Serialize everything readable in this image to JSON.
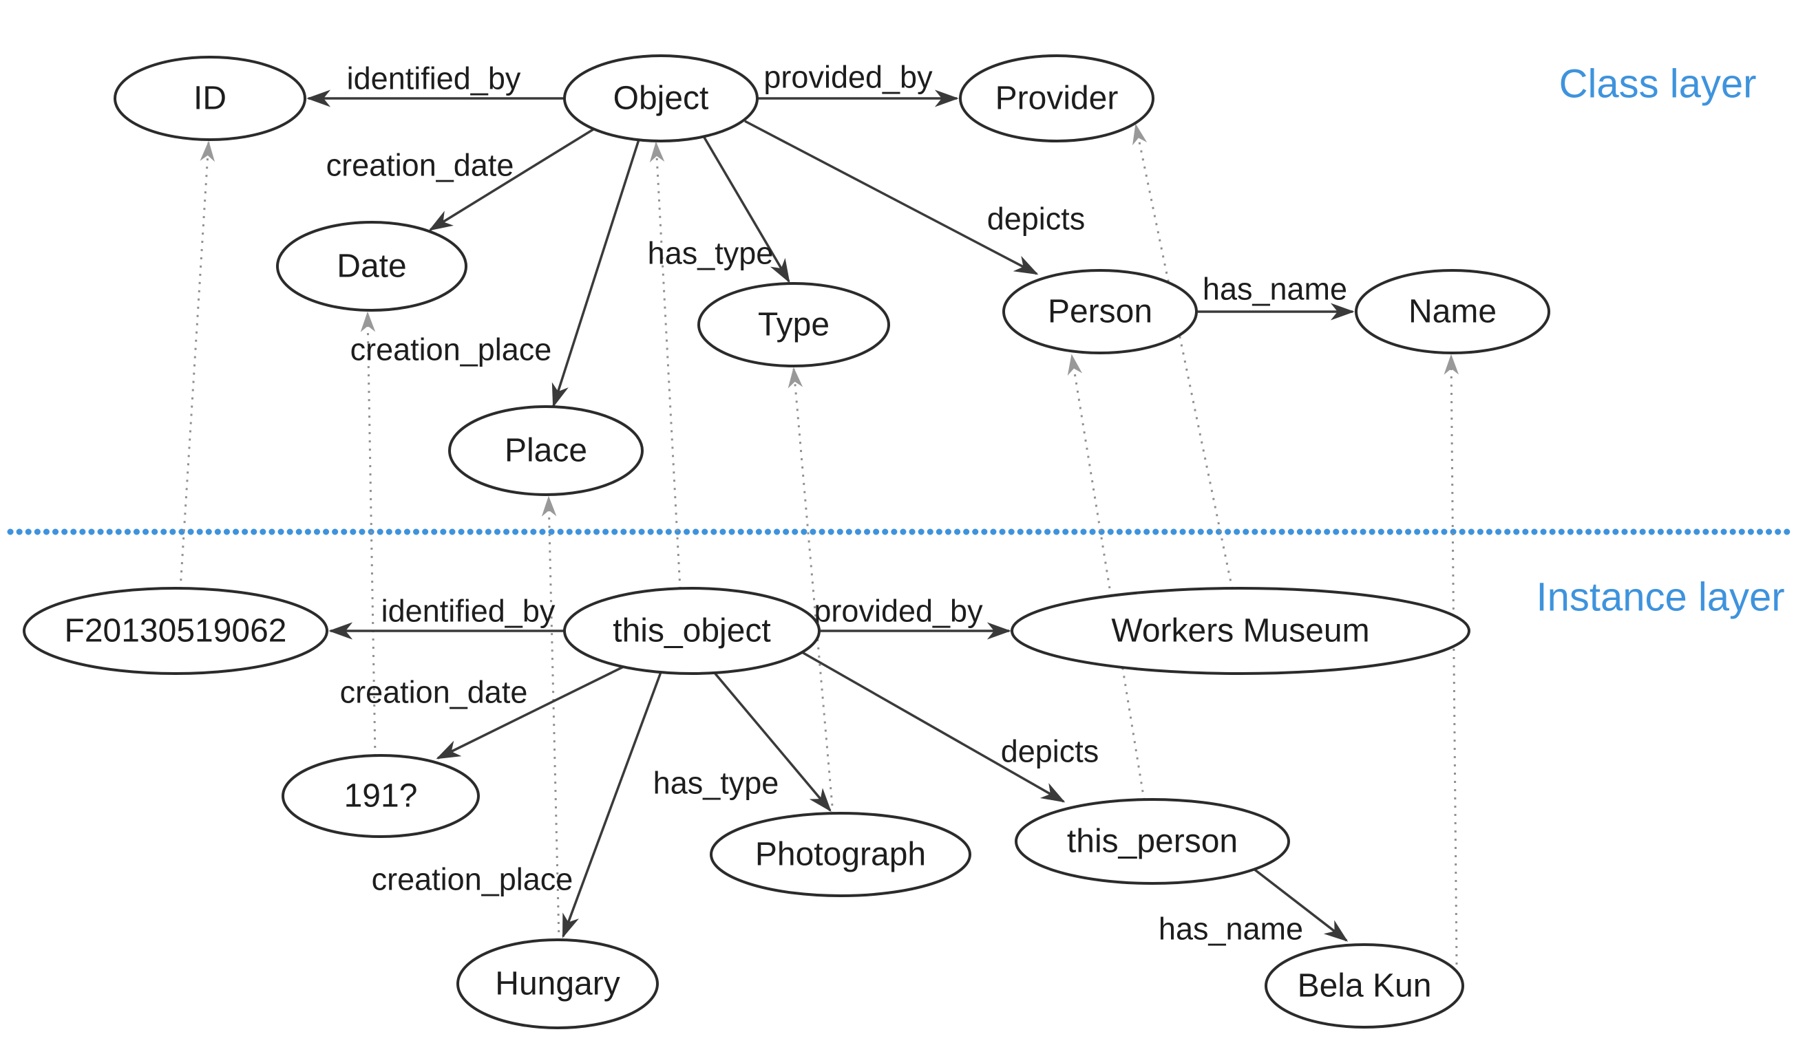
{
  "diagram": {
    "layers": {
      "class_label": "Class layer",
      "instance_label": "Instance layer",
      "label_color": "#3e93dd",
      "separator_color": "#3e93dd"
    },
    "class_nodes": {
      "id": "ID",
      "object": "Object",
      "provider": "Provider",
      "date": "Date",
      "type": "Type",
      "person": "Person",
      "name": "Name",
      "place": "Place"
    },
    "instance_nodes": {
      "id": "F20130519062",
      "object": "this_object",
      "provider": "Workers Museum",
      "date": "191?",
      "type": "Photograph",
      "person": "this_person",
      "name": "Bela Kun",
      "place": "Hungary"
    },
    "edge_labels": {
      "identified_by": "identified_by",
      "provided_by": "provided_by",
      "creation_date": "creation_date",
      "has_type": "has_type",
      "depicts": "depicts",
      "has_name": "has_name",
      "creation_place": "creation_place"
    },
    "colors": {
      "node_stroke": "#2b2b2b",
      "edge_stroke": "#3a3a3a",
      "instance_of_stroke": "#909090",
      "text": "#1d1d1d",
      "background": "#ffffff"
    }
  }
}
